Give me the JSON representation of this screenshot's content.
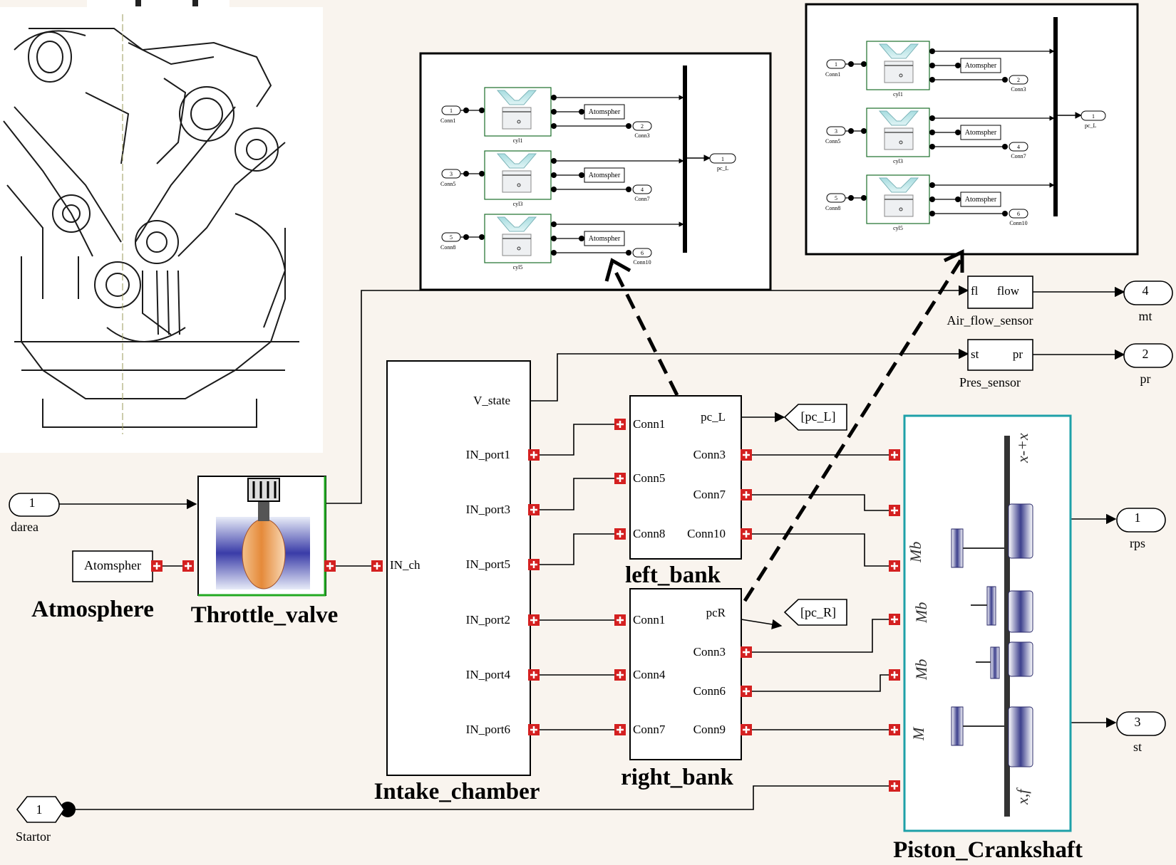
{
  "diagram": {
    "inports": {
      "darea": {
        "num": "1",
        "name": "darea"
      },
      "startor": {
        "num": "1",
        "name": "Startor"
      }
    },
    "atmosphere": {
      "block_text": "Atomspher",
      "title": "Atmosphere"
    },
    "throttle": {
      "title": "Throttle_valve"
    },
    "intake": {
      "title": "Intake_chamber",
      "in_port": "IN_ch",
      "ports": [
        "V_state",
        "IN_port1",
        "IN_port3",
        "IN_port5",
        "IN_port2",
        "IN_port4",
        "IN_port6"
      ]
    },
    "left_bank": {
      "title": "left_bank",
      "in_ports": [
        "Conn1",
        "Conn5",
        "Conn8"
      ],
      "out_ports": [
        "pc_L",
        "Conn3",
        "Conn7",
        "Conn10"
      ]
    },
    "right_bank": {
      "title": "right_bank",
      "in_ports": [
        "Conn1",
        "Conn4",
        "Conn7"
      ],
      "out_ports": [
        "pcR",
        "Conn3",
        "Conn6",
        "Conn9"
      ]
    },
    "goto": {
      "left": "[pc_L]",
      "right": "[pc_R]"
    },
    "air_flow_sensor": {
      "title": "Air_flow_sensor",
      "in": "fl",
      "out": "flow"
    },
    "pres_sensor": {
      "title": "Pres_sensor",
      "in": "st",
      "out": "pr"
    },
    "outports": {
      "mt": {
        "num": "4",
        "name": "mt"
      },
      "pr": {
        "num": "2",
        "name": "pr"
      },
      "rps": {
        "num": "1",
        "name": "rps"
      },
      "st": {
        "num": "3",
        "name": "st"
      }
    },
    "piston": {
      "title": "Piston_Crankshaft"
    },
    "subsystem_left": {
      "rows": [
        {
          "in_num": "1",
          "in_name": "Conn1",
          "cyl": "cyl1",
          "atm": "Atomspher",
          "out_num": "2",
          "out_name": "Conn3"
        },
        {
          "in_num": "3",
          "in_name": "Conn5",
          "cyl": "cyl3",
          "atm": "Atomspher",
          "out_num": "4",
          "out_name": "Conn7"
        },
        {
          "in_num": "5",
          "in_name": "Conn8",
          "cyl": "cyl5",
          "atm": "Atomspher",
          "out_num": "6",
          "out_name": "Conn10"
        }
      ],
      "out_num": "1",
      "out_name": "pc_L"
    },
    "subsystem_right": {
      "rows": [
        {
          "in_num": "1",
          "in_name": "Conn1",
          "cyl": "cyl1",
          "atm": "Atomspher",
          "out_num": "2",
          "out_name": "Conn3"
        },
        {
          "in_num": "3",
          "in_name": "Conn5",
          "cyl": "cyl3",
          "atm": "Atomspher",
          "out_num": "4",
          "out_name": "Conn7"
        },
        {
          "in_num": "5",
          "in_name": "Conn8",
          "cyl": "cyl5",
          "atm": "Atomspher",
          "out_num": "6",
          "out_name": "Conn10"
        }
      ],
      "out_num": "1",
      "out_name": "pc_L"
    },
    "colors": {
      "background": "#f9f4ee",
      "port_marker": "#d42020",
      "piston_border": "#1ea0a8",
      "throttle_border": "#22aa22"
    }
  }
}
